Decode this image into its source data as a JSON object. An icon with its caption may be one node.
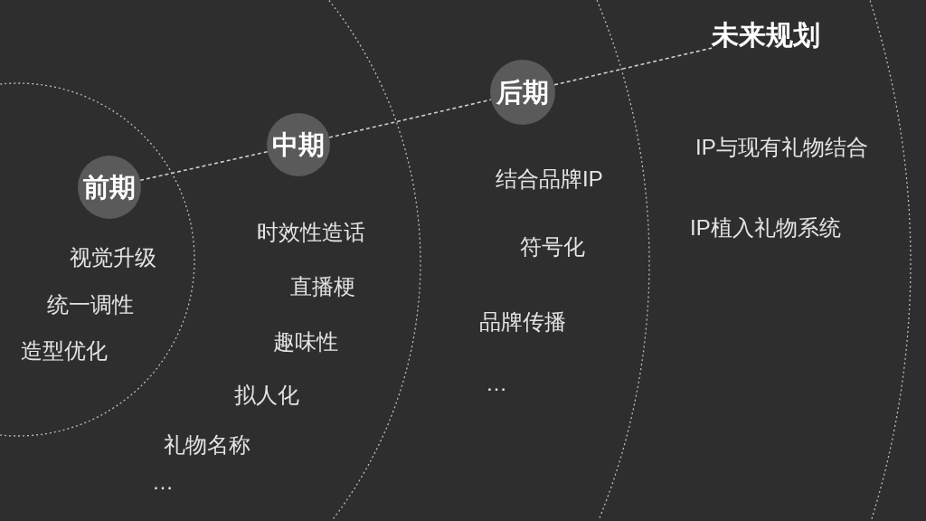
{
  "diagram": {
    "nodes": [
      {
        "text": [
          "前期"
        ],
        "beside": [
          "视觉升级",
          "统一调性",
          "造型优化"
        ]
      },
      {
        "text": [
          "中期"
        ],
        "beside": [
          "时效性造话",
          "直播梗",
          "趣味性",
          "拟人化",
          "礼物名称",
          "…"
        ]
      },
      {
        "text": [
          "后期"
        ],
        "beside": [
          "结合品牌IP",
          "符号化",
          "品牌传播",
          "…"
        ]
      },
      {
        "text": [
          "未来规划"
        ],
        "beside": [
          "IP与现有礼物结合",
          "IP植入礼物系统"
        ]
      }
    ],
    "edges": [
      {
        "from": 0,
        "to": 1,
        "arrow": "none",
        "style": "dashed"
      },
      {
        "from": 1,
        "to": 2,
        "arrow": "none",
        "style": "dashed"
      },
      {
        "from": 2,
        "to": 3,
        "arrow": "none",
        "style": "dashed"
      }
    ]
  }
}
